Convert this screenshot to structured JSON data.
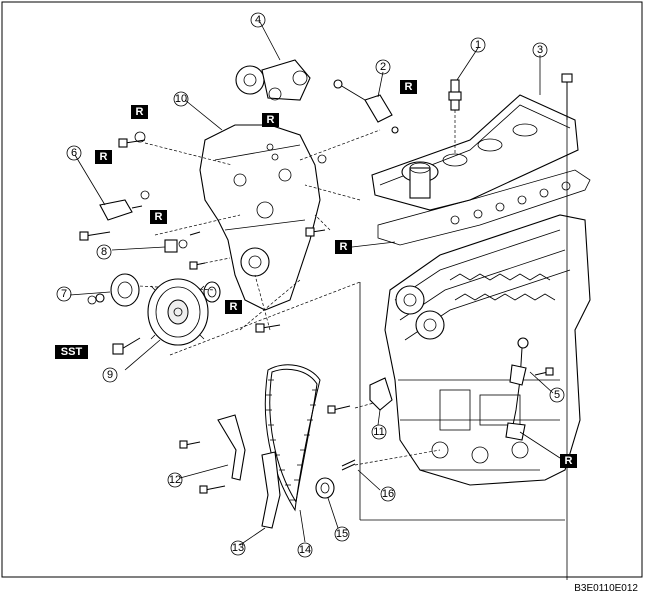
{
  "callouts": [
    "1",
    "2",
    "3",
    "4",
    "5",
    "6",
    "7",
    "8",
    "9",
    "10",
    "11",
    "12",
    "13",
    "14",
    "15",
    "16"
  ],
  "badges": {
    "replace_label": "R",
    "sst_label": "SST"
  },
  "figure_code": "B3E0110E012"
}
